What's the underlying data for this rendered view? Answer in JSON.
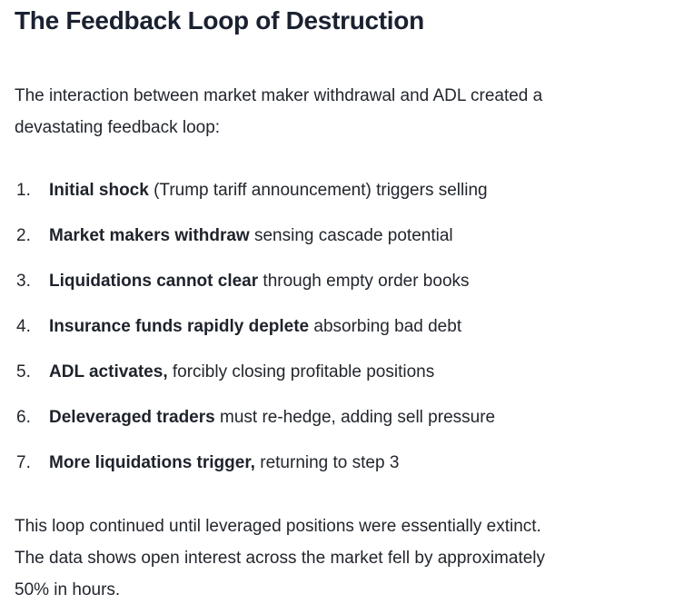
{
  "page": {
    "background": "#ffffff",
    "heading_color": "#1a2130",
    "body_text_color": "#22262d"
  },
  "article": {
    "title": "The Feedback Loop of Destruction",
    "intro": {
      "lines": [
        "The interaction between market maker withdrawal and ADL created a",
        "devastating feedback loop:"
      ]
    },
    "list": {
      "items": [
        {
          "num": "1.",
          "bold": "Initial shock",
          "rest": " (Trump tariff announcement) triggers selling"
        },
        {
          "num": "2.",
          "bold": "Market makers withdraw",
          "rest": " sensing cascade potential"
        },
        {
          "num": "3.",
          "bold": "Liquidations cannot clear",
          "rest": " through empty order books"
        },
        {
          "num": "4.",
          "bold": "Insurance funds rapidly deplete",
          "rest": " absorbing bad debt"
        },
        {
          "num": "5.",
          "bold": "ADL activates,",
          "rest": " forcibly closing profitable positions"
        },
        {
          "num": "6.",
          "bold": "Deleveraged traders",
          "rest": " must re-hedge, adding sell pressure"
        },
        {
          "num": "7.",
          "bold": "More liquidations trigger,",
          "rest": " returning to step 3"
        }
      ]
    },
    "outro": {
      "lines": [
        "This loop continued until leveraged positions were essentially extinct.",
        "The data shows open interest across the market fell by approximately",
        "50% in hours."
      ]
    }
  }
}
